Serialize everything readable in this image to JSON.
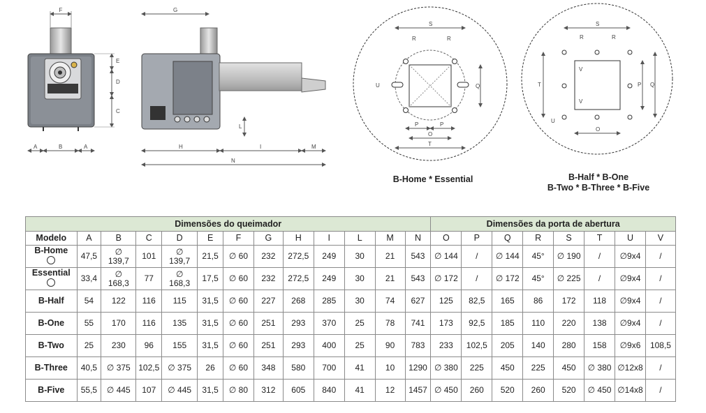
{
  "drawing_labels": {
    "front": {
      "F": "F",
      "E": "E",
      "D": "D",
      "C": "C",
      "A1": "A",
      "B": "B",
      "A2": "A"
    },
    "side": {
      "G": "G",
      "L": "L",
      "H": "H",
      "I": "I",
      "M": "M",
      "N": "N"
    },
    "door1": {
      "S": "S",
      "R1": "R",
      "R2": "R",
      "U": "U",
      "Q": "Q",
      "P1": "P",
      "P2": "P",
      "O": "O",
      "T": "T"
    },
    "door2": {
      "S": "S",
      "R1": "R",
      "R2": "R",
      "T": "T",
      "V1": "V",
      "V2": "V",
      "Q": "Q",
      "P": "P",
      "U": "U",
      "O": "O"
    }
  },
  "captions": {
    "door1": "B-Home * Essential",
    "door2_line1": "B-Half * B-One",
    "door2_line2": "B-Two * B-Three * B-Five"
  },
  "table": {
    "group_burner": "Dimensões do queimador",
    "group_door": "Dimensões da porta de abertura",
    "headers": [
      "Modelo",
      "A",
      "B",
      "C",
      "D",
      "E",
      "F",
      "G",
      "H",
      "I",
      "L",
      "M",
      "N",
      "O",
      "P",
      "Q",
      "R",
      "S",
      "T",
      "U",
      "V"
    ],
    "rows": [
      {
        "model": "B-Home",
        "ring": true,
        "cells": [
          "47,5",
          "∅\n139,7",
          "101",
          "∅\n139,7",
          "21,5",
          "∅ 60",
          "232",
          "272,5",
          "249",
          "30",
          "21",
          "543",
          "∅ 144",
          "/",
          "∅ 144",
          "45°",
          "∅ 190",
          "/",
          "∅9x4",
          "/"
        ]
      },
      {
        "model": "Essential",
        "ring": true,
        "cells": [
          "33,4",
          "∅\n168,3",
          "77",
          "∅\n168,3",
          "17,5",
          "∅ 60",
          "232",
          "272,5",
          "249",
          "30",
          "21",
          "543",
          "∅ 172",
          "/",
          "∅ 172",
          "45°",
          "∅ 225",
          "/",
          "∅9x4",
          "/"
        ]
      },
      {
        "model": "B-Half",
        "ring": false,
        "cells": [
          "54",
          "122",
          "116",
          "115",
          "31,5",
          "∅ 60",
          "227",
          "268",
          "285",
          "30",
          "74",
          "627",
          "125",
          "82,5",
          "165",
          "86",
          "172",
          "118",
          "∅9x4",
          "/"
        ]
      },
      {
        "model": "B-One",
        "ring": false,
        "cells": [
          "55",
          "170",
          "116",
          "135",
          "31,5",
          "∅ 60",
          "251",
          "293",
          "370",
          "25",
          "78",
          "741",
          "173",
          "92,5",
          "185",
          "110",
          "220",
          "138",
          "∅9x4",
          "/"
        ]
      },
      {
        "model": "B-Two",
        "ring": false,
        "cells": [
          "25",
          "230",
          "96",
          "155",
          "31,5",
          "∅ 60",
          "251",
          "293",
          "400",
          "25",
          "90",
          "783",
          "233",
          "102,5",
          "205",
          "140",
          "280",
          "158",
          "∅9x6",
          "108,5"
        ]
      },
      {
        "model": "B-Three",
        "ring": false,
        "cells": [
          "40,5",
          "∅ 375",
          "102,5",
          "∅ 375",
          "26",
          "∅ 60",
          "348",
          "580",
          "700",
          "41",
          "10",
          "1290",
          "∅ 380",
          "225",
          "450",
          "225",
          "450",
          "∅ 380",
          "∅12x8",
          "/"
        ]
      },
      {
        "model": "B-Five",
        "ring": false,
        "cells": [
          "55,5",
          "∅ 445",
          "107",
          "∅ 445",
          "31,5",
          "∅ 80",
          "312",
          "605",
          "840",
          "41",
          "12",
          "1457",
          "∅ 450",
          "260",
          "520",
          "260",
          "520",
          "∅ 450",
          "∅14x8",
          "/"
        ]
      }
    ]
  }
}
